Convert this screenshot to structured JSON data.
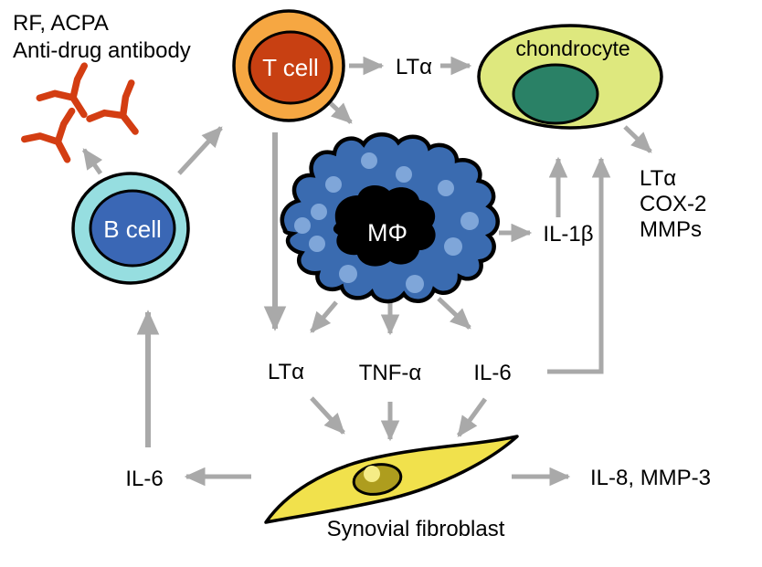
{
  "diagram": {
    "colors": {
      "background": "#ffffff",
      "arrow": "#a9a9a9",
      "antibody": "#d33d12"
    },
    "cells": {
      "t_cell": {
        "label": "T cell",
        "outer_color": "#f6a742",
        "inner_color": "#c84012",
        "label_color": "#ffffff"
      },
      "b_cell": {
        "label": "B cell",
        "outer_color": "#96dee0",
        "inner_color": "#3a67b5",
        "label_color": "#ffffff"
      },
      "chondrocyte": {
        "label": "chondrocyte",
        "outer_color": "#dee87e",
        "inner_color": "#2a8166",
        "label_color": "#000000"
      },
      "macrophage": {
        "label": "MΦ",
        "body_color": "#3a6bb0",
        "nucleus_color": "#000000",
        "granule_color": "#7fa6d9",
        "label_color": "#ffffff"
      },
      "fibroblast": {
        "label": "Synovial fibroblast",
        "body_color": "#f1e14c",
        "nucleus_color": "#ae9d1e",
        "nucleolus_color": "#f5ec86"
      }
    },
    "annotations": {
      "autoantibody_line1": "RF, ACPA",
      "autoantibody_line2": "Anti-drug antibody",
      "lta_top": "LTα",
      "il1b": "IL-1β",
      "chondrocyte_outputs": [
        "LTα",
        "COX-2",
        "MMPs"
      ],
      "lta_mid": "LTα",
      "tnfa": "TNF-α",
      "il6_mid": "IL-6",
      "il6_left": "IL-6",
      "fibroblast_outputs": "IL-8, MMP-3"
    }
  }
}
